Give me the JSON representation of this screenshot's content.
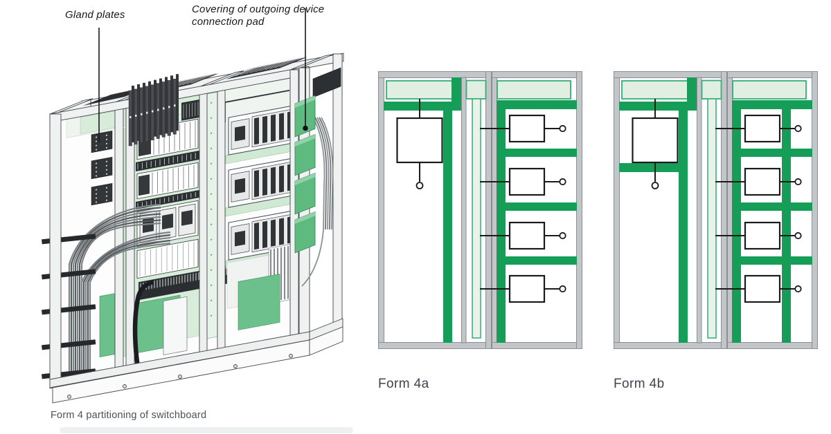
{
  "figure": {
    "caption": "Form 4 partitioning of switchboard",
    "annotations": {
      "gland_plates": "Gland plates",
      "covering_line1": "Covering of outgoing device",
      "covering_line2": "connection pad"
    }
  },
  "forms": {
    "feeders": 4,
    "items": [
      {
        "id": "form-4a",
        "label": "Form 4a",
        "incoming_terminal_separated": false,
        "outgoing_terminals_separated": false
      },
      {
        "id": "form-4b",
        "label": "Form 4b",
        "incoming_terminal_separated": true,
        "outgoing_terminals_separated": true
      }
    ]
  },
  "colors": {
    "partition_green": "#169e58",
    "busbar_fill": "#e1efe3",
    "busbar_border": "#36ad75",
    "strip_fill": "#e8f3ea",
    "frame_gray": "#c3c6c8",
    "frame_border": "#8b8f91",
    "line_black": "#1a1a1a",
    "label_text": "#16181a",
    "caption_text": "#4c5156",
    "form_label_text": "#3e4450",
    "plate_green_light": "#d8ecda",
    "plate_green_mid": "#6cc08b"
  }
}
